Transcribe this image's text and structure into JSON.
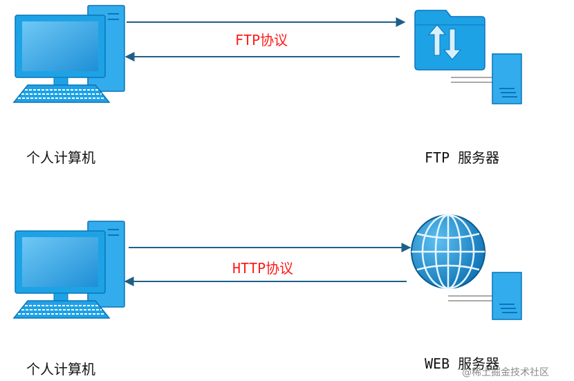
{
  "rows": [
    {
      "client": {
        "icon": "desktop-computer-icon",
        "label": "个人计算机"
      },
      "protocol": "FTP协议",
      "server": {
        "icon": "ftp-folder-transfer-icon",
        "label": "FTP 服务器"
      }
    },
    {
      "client": {
        "icon": "desktop-computer-icon",
        "label": "个人计算机"
      },
      "protocol": "HTTP协议",
      "server": {
        "icon": "globe-icon",
        "label": "WEB 服务器"
      }
    }
  ],
  "watermark": "@稀土掘金技术社区",
  "colors": {
    "icon_fill": "#1ea2e6",
    "icon_dark": "#0a74b8",
    "arrow": "#1d5f86",
    "protocol_text": "#ff1a1a"
  }
}
